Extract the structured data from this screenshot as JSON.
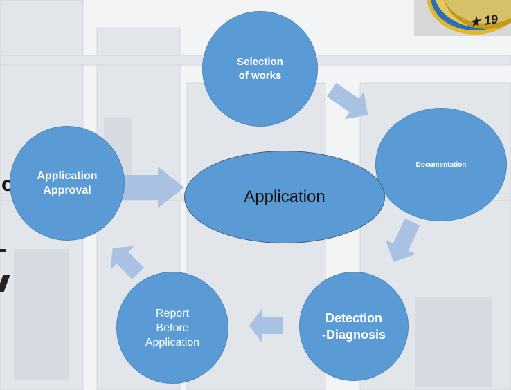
{
  "diagram": {
    "center": "Application",
    "nodes": {
      "selection": "Selection\nof works",
      "documentation": "Documentation",
      "detection": "Detection\n-Diagnosis",
      "report": "Report\nBefore\nApplication",
      "approval": "Application\nApproval"
    },
    "seal_text": "★ 19",
    "cut_text_left": "o",
    "colors": {
      "node_fill": "#5b9bd5",
      "node_border": "#4a86bf",
      "arrow": "#a9c2e4",
      "background": "#f3f4f6"
    }
  }
}
